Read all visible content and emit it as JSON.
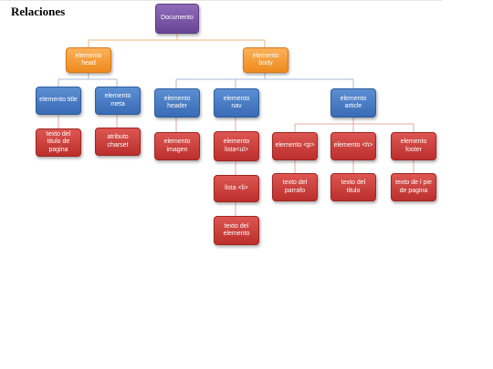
{
  "title": "Relaciones",
  "diagram": {
    "type": "hierarchy",
    "colors": {
      "purple": "#7b55a6",
      "orange": "#f79d34",
      "blue": "#4a7fc4",
      "red": "#cc3f3c"
    },
    "nodes": {
      "documento": "Documento",
      "head": "elemento\nhead",
      "body": "elemento\nbody",
      "title": "elemento title",
      "meta": "elemento\nmeta",
      "header": "elemento\nheader",
      "nav": "elemento\nnav",
      "article": "elemento\narticle",
      "texto_titulo_pagina": "texto del\ntitulo de\npagina",
      "atributo_charset": "atributo\ncharset",
      "elemento_imagen": "elemento\nimagen",
      "elemento_lista_ul": "elemento\nlista<ul>",
      "lista_li": "lista <li>",
      "texto_del_elemento": "texto del\nelemento",
      "elemento_p": "elemento <p>",
      "elemento_h": "elemento <h>",
      "elemento_footer": "elemento\nfooter",
      "texto_parrafo": "texto del\nparrafo",
      "texto_titulo": "texto del\ntitulo",
      "texto_pie_pagina": "texto de l pie\nde pagina"
    }
  }
}
